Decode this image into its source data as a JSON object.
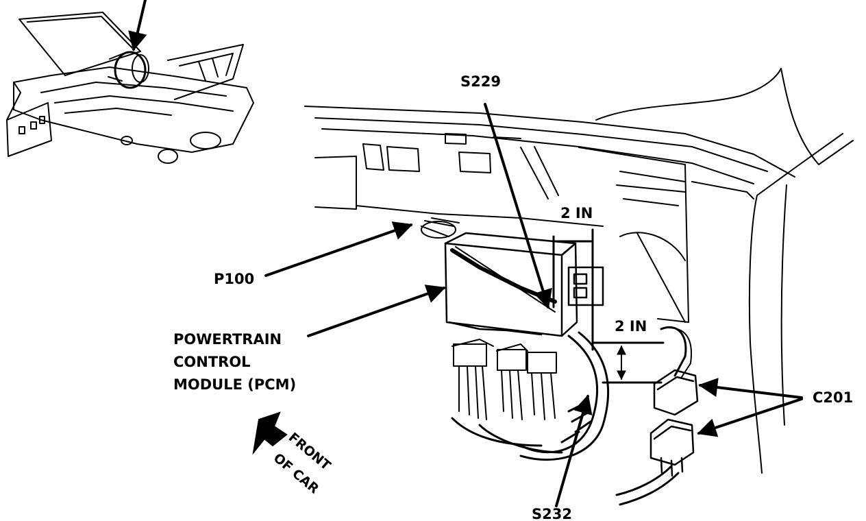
{
  "labels": {
    "s229": "S229",
    "p100": "P100",
    "pcm_line1": "POWERTRAIN",
    "pcm_line2": "CONTROL",
    "pcm_line3": "MODULE (PCM)",
    "dim_top": "2 IN",
    "dim_right": "2 IN",
    "c201": "C201",
    "s232": "S232",
    "front_line1": "FRONT",
    "front_line2": "OF CAR"
  },
  "colors": {
    "ink": "#000000",
    "paper": "#ffffff"
  }
}
